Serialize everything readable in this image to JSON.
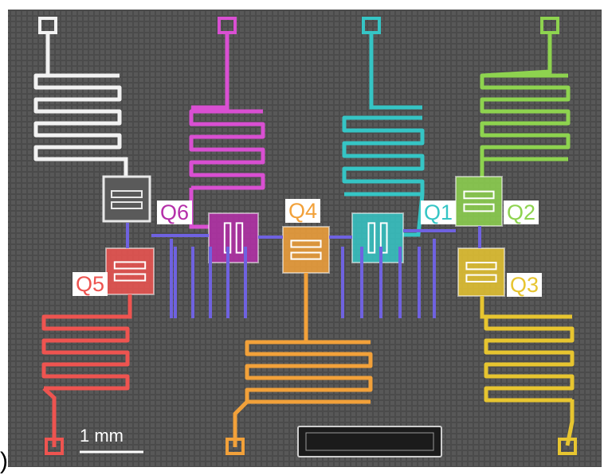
{
  "labels": {
    "q1": "Q1",
    "q2": "Q2",
    "q3": "Q3",
    "q4": "Q4",
    "q5": "Q5",
    "q6": "Q6"
  },
  "scale_bar": "1 mm",
  "panel_fragment": ")",
  "colors": {
    "background_chip": "#4a4a4a",
    "q1": "#35c5c5",
    "q2": "#8ed34f",
    "q3": "#e7c530",
    "q4": "#f2a13a",
    "q5": "#ee5450",
    "q6": "#b52fa9",
    "q6_line": "#d94fd2",
    "white_line": "#f2f2f2",
    "coupler": "#6f62e0"
  },
  "icons": [
    "chip-logo-icon"
  ]
}
